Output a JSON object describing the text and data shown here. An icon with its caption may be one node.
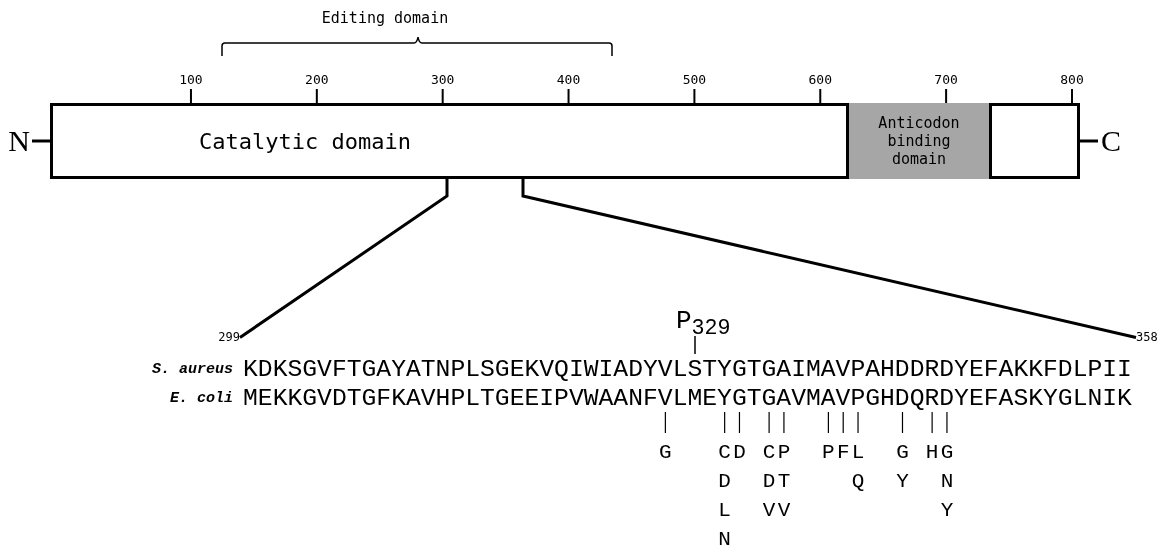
{
  "diagram": {
    "nodes": [
      {
        "text": [
          "Catalytic domain"
        ]
      },
      {
        "text": [
          "Anticodon binding domain"
        ],
        "in": 0
      },
      {
        "text": [
          "N"
        ]
      },
      {
        "text": [
          "C"
        ]
      },
      {
        "text": [
          "299"
        ]
      },
      {
        "text": [
          "358"
        ]
      }
    ],
    "edges": [
      {
        "from": 2,
        "to": 0,
        "arrow": "none"
      },
      {
        "from": 0,
        "to": 3,
        "arrow": "none"
      },
      {
        "from": 0,
        "to": 4,
        "arrow": "none"
      },
      {
        "from": 0,
        "to": 5,
        "arrow": "none"
      }
    ],
    "labels": [
      "Editing domain",
      "100",
      "200",
      "300",
      "400",
      "500",
      "600",
      "700",
      "800",
      "P$_{329}$",
      "S. aureus",
      "KDKSGVFTGAYATNPLSGEKVQIWIADYVLSTYGTGAIMAVPAHDDRDYEFAKKFDLPII",
      "E. coli",
      "MEKKGVDTGFKAVHPLTGEEIPVWAANFVLMEYGTGAVMAVPGHDQRDYEFASKYGLNIK",
      "G",
      "C D L N",
      "D",
      "C D V",
      "P T V",
      "P",
      "F",
      "L Q",
      "G Y",
      "H",
      "G N Y"
    ]
  }
}
